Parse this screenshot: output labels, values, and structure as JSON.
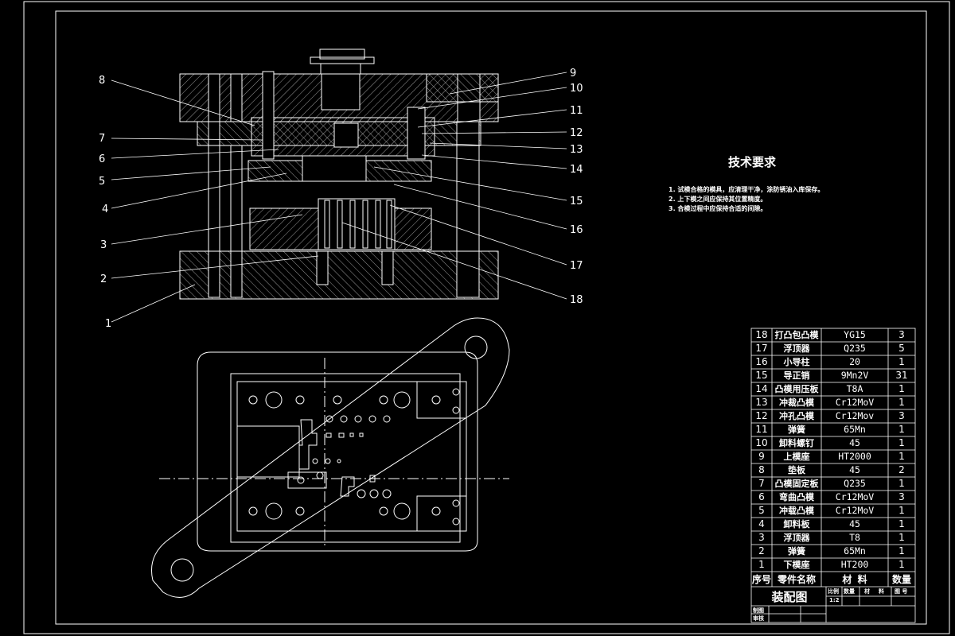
{
  "tech_requirements": {
    "title": "技术要求",
    "notes": [
      "1. 试模合格的模具，应清理干净，涂防锈油入库保存。",
      "2. 上下模之间应保持其位置精度。",
      "3. 合模过程中应保持合适的间隙。"
    ]
  },
  "callouts": {
    "left": [
      "8",
      "7",
      "6",
      "5",
      "4",
      "3",
      "2",
      "1"
    ],
    "right": [
      "9",
      "10",
      "11",
      "12",
      "13",
      "14",
      "15",
      "16",
      "17",
      "18"
    ]
  },
  "bom": {
    "rows": [
      {
        "no": "18",
        "name": "打凸包凸模",
        "material": "YG15",
        "qty": "3"
      },
      {
        "no": "17",
        "name": "浮顶器",
        "material": "Q235",
        "qty": "5"
      },
      {
        "no": "16",
        "name": "小导柱",
        "material": "20",
        "qty": "1"
      },
      {
        "no": "15",
        "name": "导正销",
        "material": "9Mn2V",
        "qty": "31"
      },
      {
        "no": "14",
        "name": "凸模用压板",
        "material": "T8A",
        "qty": "1"
      },
      {
        "no": "13",
        "name": "冲裁凸模",
        "material": "Cr12MoV",
        "qty": "1"
      },
      {
        "no": "12",
        "name": "冲孔凸模",
        "material": "Cr12Mov",
        "qty": "3"
      },
      {
        "no": "11",
        "name": "弹簧",
        "material": "65Mn",
        "qty": "1"
      },
      {
        "no": "10",
        "name": "卸料螺钉",
        "material": "45",
        "qty": "1"
      },
      {
        "no": "9",
        "name": "上模座",
        "material": "HT2000",
        "qty": "1"
      },
      {
        "no": "8",
        "name": "垫板",
        "material": "45",
        "qty": "2"
      },
      {
        "no": "7",
        "name": "凸模固定板",
        "material": "Q235",
        "qty": "1"
      },
      {
        "no": "6",
        "name": "弯曲凸模",
        "material": "Cr12MoV",
        "qty": "3"
      },
      {
        "no": "5",
        "name": "冲载凸模",
        "material": "Cr12MoV",
        "qty": "1"
      },
      {
        "no": "4",
        "name": "卸料板",
        "material": "45",
        "qty": "1"
      },
      {
        "no": "3",
        "name": "浮顶器",
        "material": "T8",
        "qty": "1"
      },
      {
        "no": "2",
        "name": "弹簧",
        "material": "65Mn",
        "qty": "1"
      },
      {
        "no": "1",
        "name": "下模座",
        "material": "HT200",
        "qty": "1"
      }
    ],
    "header": {
      "no": "序号",
      "name": "零件名称",
      "material": "材 料",
      "qty": "数量"
    }
  },
  "title_block": {
    "drawing_name": "装配图",
    "labels": [
      "比例",
      "数量",
      "材",
      "料",
      "图 号"
    ],
    "scale": "1:2",
    "drawn_by": "制图",
    "checked_by": "审核"
  },
  "colors": {
    "background": "#000000",
    "lines": "#ffffff"
  }
}
